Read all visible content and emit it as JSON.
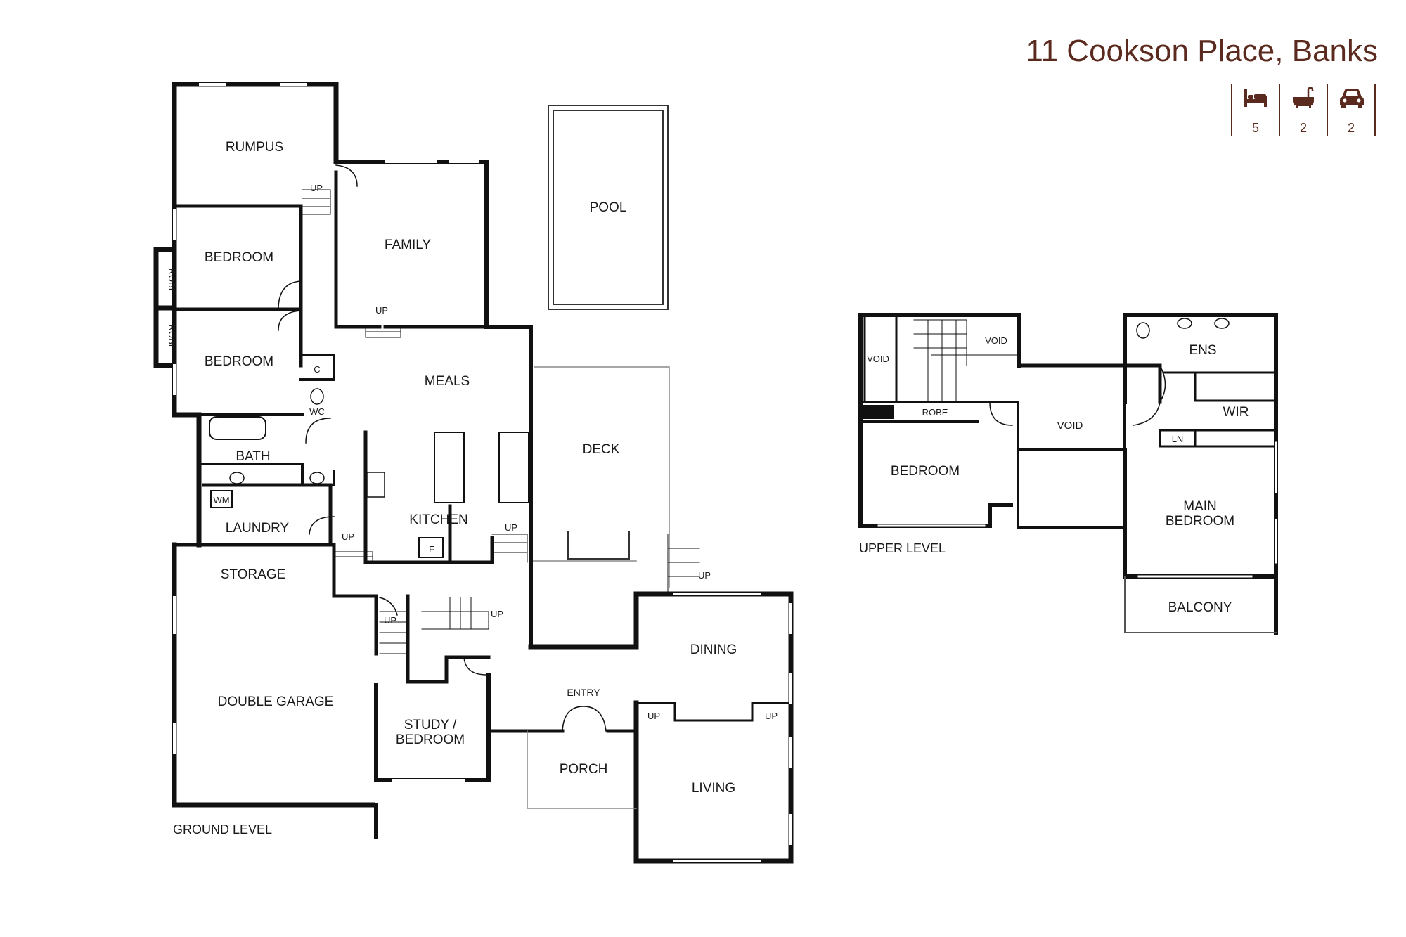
{
  "property": {
    "address": "11 Cookson Place, Banks",
    "features": [
      {
        "icon": "bed-icon",
        "count": "5"
      },
      {
        "icon": "bath-icon",
        "count": "2"
      },
      {
        "icon": "car-icon",
        "count": "2"
      }
    ],
    "accent_color": "#5b2a1f"
  },
  "ground_level": {
    "label": "GROUND LEVEL",
    "rooms": {
      "rumpus": "RUMPUS",
      "bedroom_1": "BEDROOM",
      "bedroom_2": "BEDROOM",
      "robe_1": "ROBE",
      "robe_2": "ROBE",
      "family": "FAMILY",
      "meals": "MEALS",
      "kitchen": "KITCHEN",
      "pool": "POOL",
      "deck": "DECK",
      "closet": "C",
      "wc": "WC",
      "bath": "BATH",
      "wm": "WM",
      "laundry": "LAUNDRY",
      "storage": "STORAGE",
      "double_garage": "DOUBLE GARAGE",
      "study_line1": "STUDY /",
      "study_line2": "BEDROOM",
      "entry": "ENTRY",
      "porch": "PORCH",
      "dining": "DINING",
      "living": "LIVING",
      "fridge": "F"
    },
    "stair_marks": {
      "up_rumpus": "UP",
      "up_family": "UP",
      "up_kitchen": "UP",
      "up_laundry": "UP",
      "up_deck": "UP",
      "up_garage": "UP",
      "up_stair": "UP",
      "up_living_left": "UP",
      "up_living_right": "UP"
    }
  },
  "upper_level": {
    "label": "UPPER LEVEL",
    "rooms": {
      "void_left": "VOID",
      "void_stair": "VOID",
      "robe": "ROBE",
      "void_center": "VOID",
      "bedroom": "BEDROOM",
      "ens": "ENS",
      "wir": "WIR",
      "ln": "LN",
      "main_line1": "MAIN",
      "main_line2": "BEDROOM",
      "balcony": "BALCONY"
    }
  }
}
